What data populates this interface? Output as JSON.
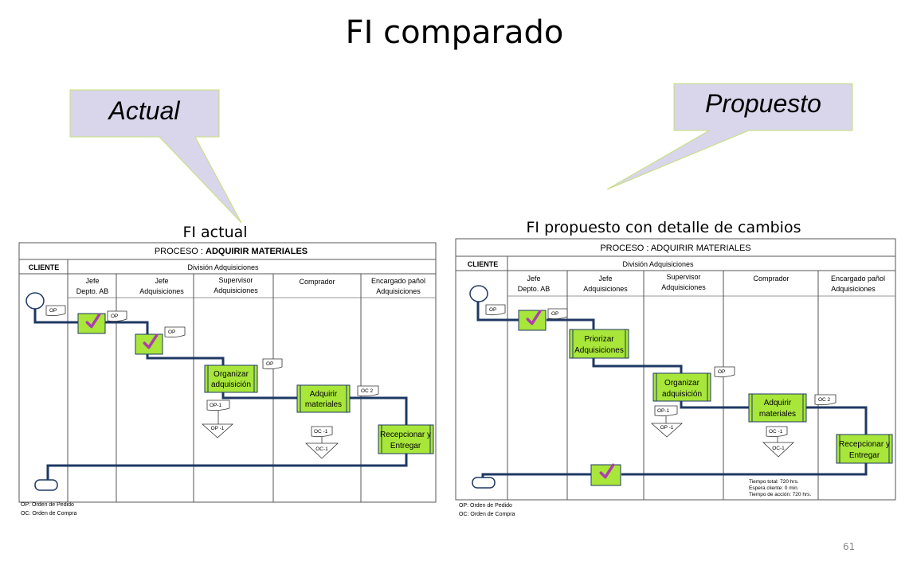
{
  "slide": {
    "title": "FI comparado",
    "page_number": "61"
  },
  "callouts": {
    "current": "Actual",
    "proposed": "Propuesto"
  },
  "colors": {
    "flow_line": "#1f3864",
    "activity_fill": "#a8e63a",
    "callout_fill": "#d9d5ea",
    "check_mark": "#b03cb0"
  },
  "current_diagram": {
    "title": "FI actual",
    "process_label": "PROCESO : ",
    "process_name": "ADQUIRIR MATERIALES",
    "client_label": "CLIENTE",
    "division_label": "División  Adquisiciones",
    "lanes": [
      {
        "line1": "Jefe",
        "line2": "Depto.  AB"
      },
      {
        "line1": "Jefe",
        "line2": "Adquisiciones"
      },
      {
        "line1": "Supervisor",
        "line2": "Adquisiciones"
      },
      {
        "line1": "Comprador",
        "line2": ""
      },
      {
        "line1": "Encargado pañol",
        "line2": "Adquisiciones"
      }
    ],
    "documents": [
      "OP",
      "OP",
      "OP",
      "OP",
      "OP-1",
      "OP -1",
      "OC 2",
      "OC -1",
      "OC-1"
    ],
    "activities": [
      {
        "line1": "Organizar",
        "line2": "adquisición"
      },
      {
        "line1": "Adquirir",
        "line2": "materiales"
      },
      {
        "line1": "Recepcionar   y",
        "line2": "Entregar"
      }
    ],
    "legend": [
      "OP: Orden de Pedido",
      "OC: Orden de Compra"
    ]
  },
  "proposed_diagram": {
    "title": "FI propuesto con detalle de cambios",
    "process_label": "PROCESO : ",
    "process_name": "ADQUIRIR MATERIALES",
    "client_label": "CLIENTE",
    "division_label": "División  Adquisiciones",
    "lanes": [
      {
        "line1": "Jefe",
        "line2": "Depto.  AB"
      },
      {
        "line1": "Jefe",
        "line2": "Adquisiciones"
      },
      {
        "line1": "Supervisor",
        "line2": "Adquisiciones"
      },
      {
        "line1": "Comprador",
        "line2": ""
      },
      {
        "line1": "Encargado pañol",
        "line2": "Adquisiciones"
      }
    ],
    "documents": [
      "OP",
      "OP",
      "OP",
      "OP-1",
      "OP -1",
      "OC 2",
      "OC -1",
      "OC-1"
    ],
    "activities": [
      {
        "line1": "Priorizar",
        "line2": "Adquisiciones"
      },
      {
        "line1": "Organizar",
        "line2": "adquisición"
      },
      {
        "line1": "Adquirir",
        "line2": "materiales"
      },
      {
        "line1": "Recepcionar   y",
        "line2": "Entregar"
      }
    ],
    "times": [
      "Tiempo total: 720 hrs.",
      "Espera cliente: 0 min.",
      "Tiempo de acción: 720 hrs."
    ],
    "legend": [
      "OP: Orden de Pedido",
      "OC: Orden de Compra"
    ]
  }
}
